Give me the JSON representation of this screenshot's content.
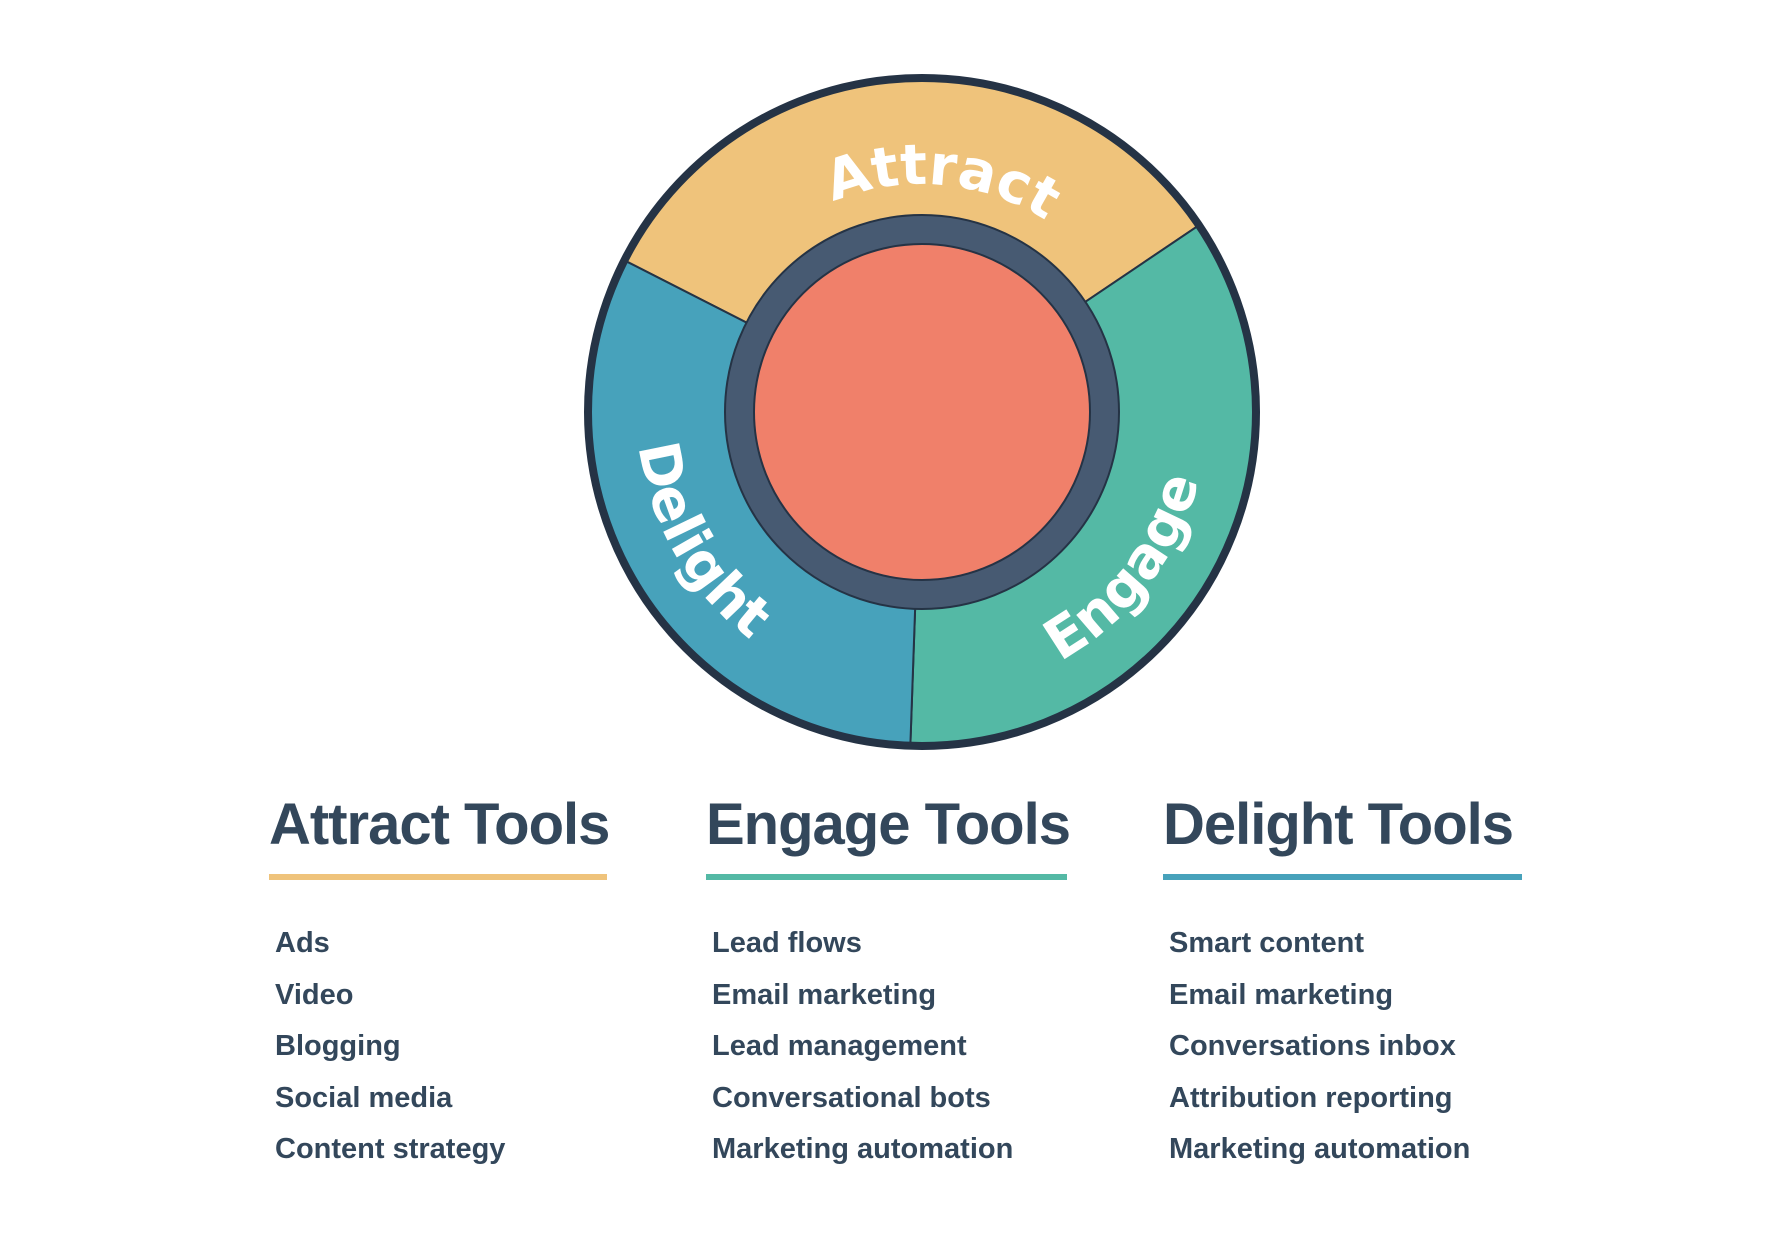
{
  "wheel": {
    "segments": [
      {
        "label": "Attract",
        "color": "#efc37b"
      },
      {
        "label": "Engage",
        "color": "#54b9a5"
      },
      {
        "label": "Delight",
        "color": "#47a2bb"
      }
    ],
    "hub_color": "#f0806a",
    "ring_color": "#475a72",
    "outline_color": "#253345"
  },
  "columns": [
    {
      "title": "Attract Tools",
      "accent": "#efc37b",
      "items": [
        "Ads",
        "Video",
        "Blogging",
        "Social media",
        "Content strategy"
      ]
    },
    {
      "title": "Engage Tools",
      "accent": "#54b9a5",
      "items": [
        "Lead flows",
        "Email marketing",
        "Lead management",
        "Conversational bots",
        "Marketing automation"
      ]
    },
    {
      "title": "Delight Tools",
      "accent": "#47a2bb",
      "items": [
        "Smart content",
        "Email marketing",
        "Conversations inbox",
        "Attribution reporting",
        "Marketing automation"
      ]
    }
  ]
}
